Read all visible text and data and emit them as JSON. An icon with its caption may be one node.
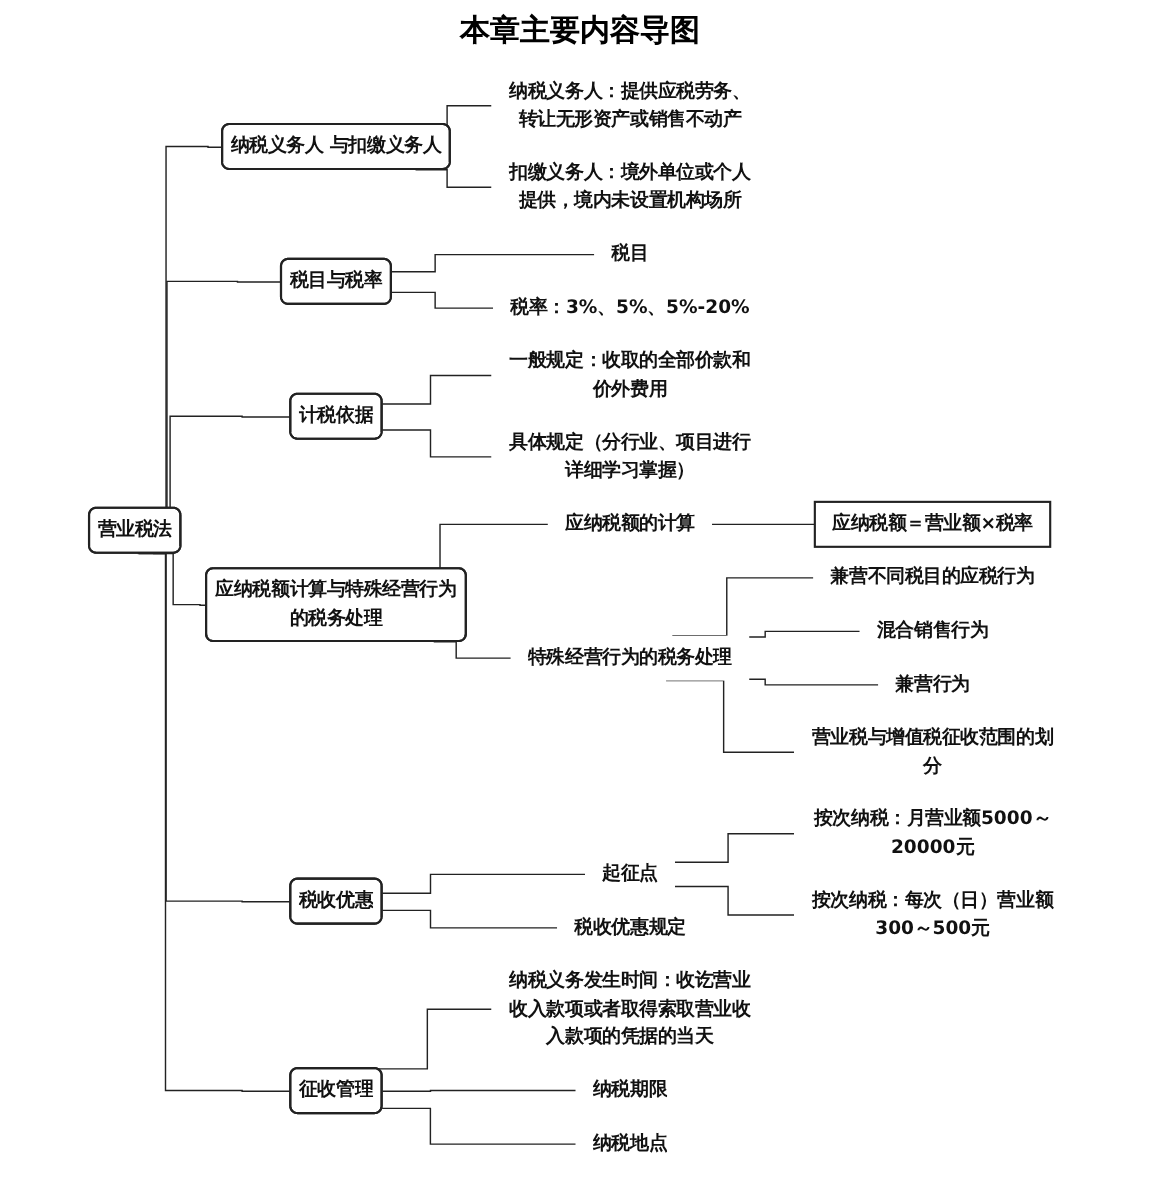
{
  "diagram": {
    "title": "本章主要内容导图",
    "nodes": [
      {
        "text": [
          "营业税法"
        ]
      },
      {
        "text": [
          "纳税义务人 与扣缴义务人"
        ]
      },
      {
        "text": [
          "纳税义务人：提供应税劳务、转让无形资产或销售不动产"
        ]
      },
      {
        "text": [
          "扣缴义务人：境外单位或个人提供，境内未设置机构场所"
        ]
      },
      {
        "text": [
          "税目与税率"
        ]
      },
      {
        "text": [
          "税目"
        ]
      },
      {
        "text": [
          "税率：3%、5%、5%-20%"
        ]
      },
      {
        "text": [
          "计税依据"
        ]
      },
      {
        "text": [
          "一般规定：收取的全部价款和价外费用"
        ]
      },
      {
        "text": [
          "具体规定（分行业、项目进行详细学习掌握）"
        ]
      },
      {
        "text": [
          "应纳税额计算与特殊经营行为的税务处理"
        ]
      },
      {
        "text": [
          "应纳税额的计算"
        ]
      },
      {
        "text": [
          "应纳税额＝营业额×税率"
        ]
      },
      {
        "text": [
          "特殊经营行为的税务处理"
        ]
      },
      {
        "text": [
          "兼营不同税目的应税行为"
        ]
      },
      {
        "text": [
          "混合销售行为"
        ]
      },
      {
        "text": [
          "兼营行为"
        ]
      },
      {
        "text": [
          "营业税与增值税征收范围的划分"
        ]
      },
      {
        "text": [
          "税收优惠"
        ]
      },
      {
        "text": [
          "起征点"
        ]
      },
      {
        "text": [
          "按次纳税：月营业额5000～20000元"
        ]
      },
      {
        "text": [
          "按次纳税：每次（日）营业额300～500元"
        ]
      },
      {
        "text": [
          "税收优惠规定"
        ]
      },
      {
        "text": [
          "征收管理"
        ]
      },
      {
        "text": [
          "纳税义务发生时间：收讫营业收入款项或者取得索取营业收入款项的凭据的当天"
        ]
      },
      {
        "text": [
          "纳税期限"
        ]
      },
      {
        "text": [
          "纳税地点"
        ]
      }
    ],
    "edges": [
      {
        "from": 0,
        "to": 1,
        "arrow": "none"
      },
      {
        "from": 1,
        "to": 2,
        "arrow": "none"
      },
      {
        "from": 1,
        "to": 3,
        "arrow": "none"
      },
      {
        "from": 0,
        "to": 4,
        "arrow": "none"
      },
      {
        "from": 4,
        "to": 5,
        "arrow": "none"
      },
      {
        "from": 4,
        "to": 6,
        "arrow": "none"
      },
      {
        "from": 0,
        "to": 7,
        "arrow": "none"
      },
      {
        "from": 7,
        "to": 8,
        "arrow": "none"
      },
      {
        "from": 7,
        "to": 9,
        "arrow": "none"
      },
      {
        "from": 0,
        "to": 10,
        "arrow": "none"
      },
      {
        "from": 10,
        "to": 11,
        "arrow": "none"
      },
      {
        "from": 11,
        "to": 12,
        "arrow": "none"
      },
      {
        "from": 10,
        "to": 13,
        "arrow": "none"
      },
      {
        "from": 13,
        "to": 14,
        "arrow": "none"
      },
      {
        "from": 13,
        "to": 15,
        "arrow": "none"
      },
      {
        "from": 13,
        "to": 16,
        "arrow": "none"
      },
      {
        "from": 13,
        "to": 17,
        "arrow": "none"
      },
      {
        "from": 0,
        "to": 18,
        "arrow": "none"
      },
      {
        "from": 18,
        "to": 19,
        "arrow": "none"
      },
      {
        "from": 19,
        "to": 20,
        "arrow": "none"
      },
      {
        "from": 19,
        "to": 21,
        "arrow": "none"
      },
      {
        "from": 18,
        "to": 22,
        "arrow": "none"
      },
      {
        "from": 0,
        "to": 23,
        "arrow": "none"
      },
      {
        "from": 23,
        "to": 24,
        "arrow": "none"
      },
      {
        "from": 23,
        "to": 25,
        "arrow": "none"
      },
      {
        "from": 23,
        "to": 26,
        "arrow": "none"
      }
    ]
  }
}
